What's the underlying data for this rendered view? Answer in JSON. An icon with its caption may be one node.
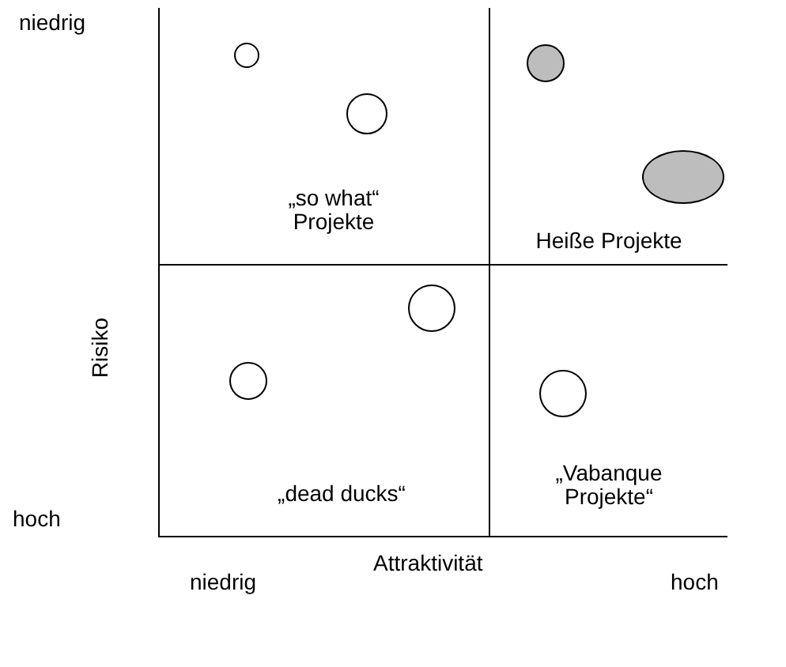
{
  "diagram": {
    "nodes": [
      {
        "text": [
          "„so what“ Projekte"
        ]
      },
      {
        "text": [],
        "shape": "circle",
        "in": 0
      },
      {
        "text": [],
        "shape": "circle",
        "in": 0
      },
      {
        "text": [
          "Heiße Projekte"
        ]
      },
      {
        "text": [],
        "shape": "circle",
        "in": 3
      },
      {
        "text": [],
        "shape": "circle",
        "in": 3
      },
      {
        "text": [
          "„dead ducks“"
        ]
      },
      {
        "text": [],
        "shape": "circle",
        "in": 6
      },
      {
        "text": [],
        "shape": "circle",
        "in": 6
      },
      {
        "text": [
          "„Vabanque Projekte“"
        ]
      },
      {
        "text": [],
        "shape": "circle",
        "in": 9
      }
    ],
    "edges": [],
    "labels": [
      "niedrig",
      "Risiko",
      "hoch",
      "niedrig",
      "Attraktivität",
      "hoch"
    ]
  }
}
